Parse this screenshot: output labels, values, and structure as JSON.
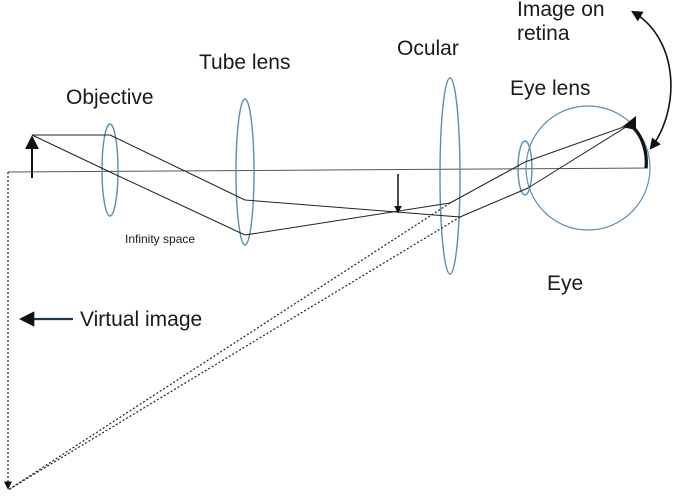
{
  "labels": {
    "image_on_retina": [
      "Image on",
      "retina"
    ],
    "tube_lens": "Tube lens",
    "ocular": "Ocular",
    "objective": "Objective",
    "eye_lens": "Eye lens",
    "infinity_space": "Infinity space",
    "eye": "Eye",
    "virtual_image": "Virtual image"
  },
  "colors": {
    "lens_outline": "#5b8fb0",
    "ray": "#222222",
    "virtual_arrow": "#1f3552",
    "text": "#1a1a1a"
  }
}
